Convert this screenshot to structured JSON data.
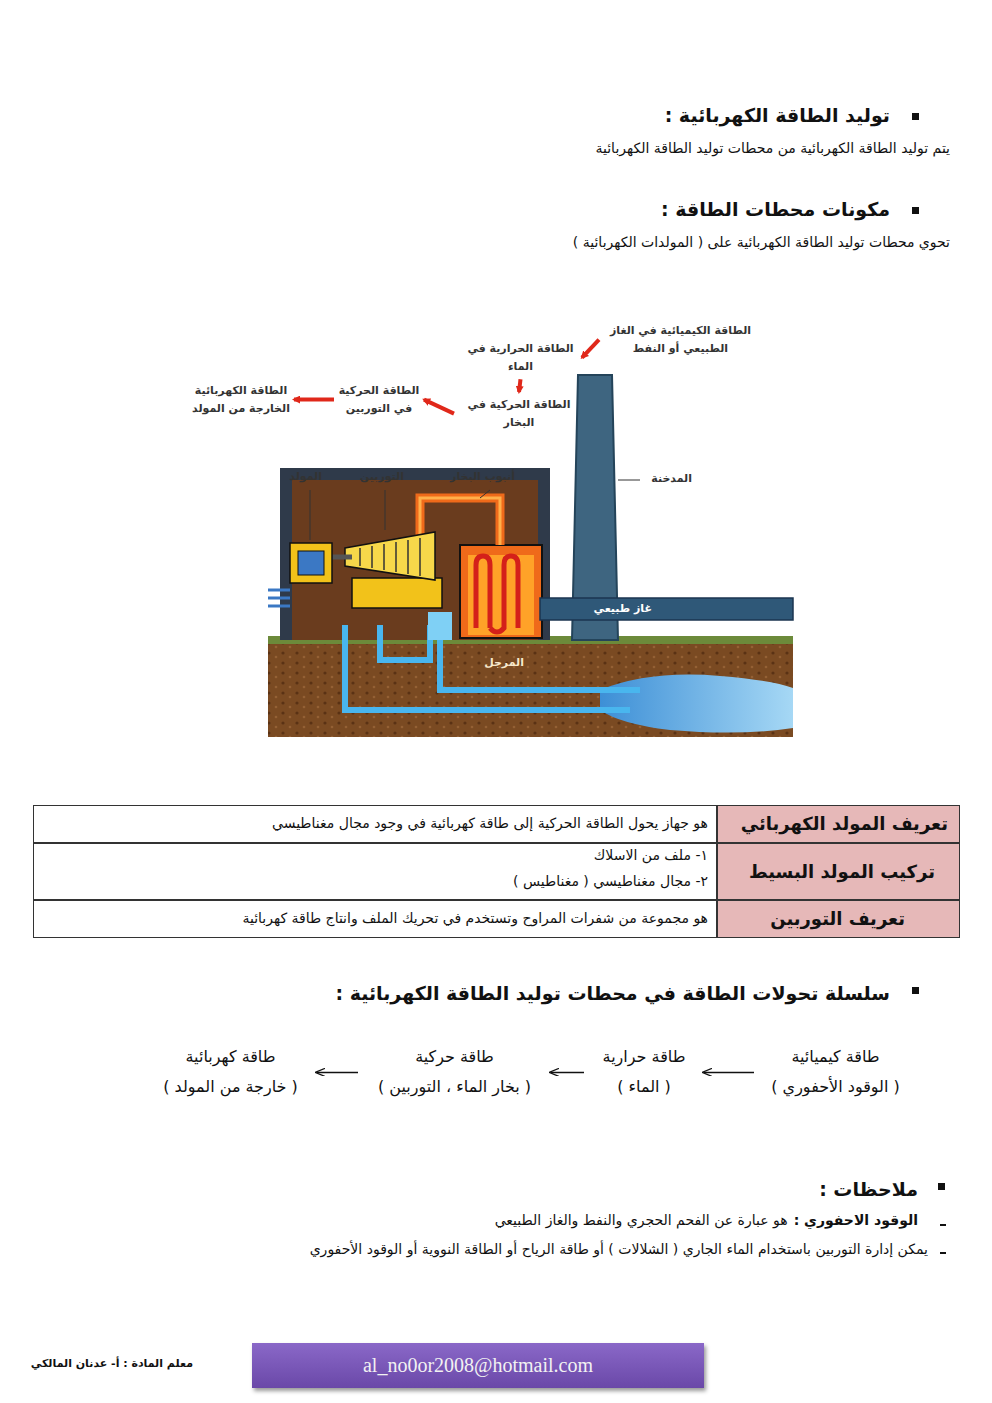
{
  "diagram": {
    "nodes": [
      {
        "text": [
          "الطاقة الكيميائية في الغاز الطبيعي أو النفط"
        ]
      },
      {
        "text": [
          "الطاقة الحرارية في الماء"
        ]
      },
      {
        "text": [
          "الطاقة الحركية في البخار"
        ]
      },
      {
        "text": [
          "الطاقة الحركية في التوربين"
        ]
      },
      {
        "text": [
          "الطاقة الكهربائية الخارجة من المولد"
        ]
      },
      {
        "text": [
          "طاقة كيميائية",
          "( الوقود الأحفوري )"
        ]
      },
      {
        "text": [
          "طاقة حرارية",
          "( الماء )"
        ]
      },
      {
        "text": [
          "طاقة حركية",
          "( بخار الماء ، التوربين )"
        ]
      },
      {
        "text": [
          "طاقة كهربائية",
          "( خارجة من المولد )"
        ]
      },
      {
        "text": [
          "al_no0or2008@hotmail.com"
        ]
      }
    ],
    "edges": [
      {
        "from": 0,
        "to": 1,
        "arrow": "to"
      },
      {
        "from": 1,
        "to": 2,
        "arrow": "to"
      },
      {
        "from": 2,
        "to": 3,
        "arrow": "to"
      },
      {
        "from": 3,
        "to": 4,
        "arrow": "to"
      },
      {
        "from": 5,
        "to": 6,
        "arrow": "to"
      },
      {
        "from": 6,
        "to": 7,
        "arrow": "to"
      },
      {
        "from": 7,
        "to": 8,
        "arrow": "to"
      }
    ],
    "labels": [
      "توليد الطاقة الكهربائية :",
      "يتم توليد الطاقة الكهربائية من محطات توليد الطاقة الكهربائية",
      "مكونات محطات الطاقة :",
      "تحوي محطات توليد الطاقة الكهربائية على ( المولدات الكهربائية )",
      "المولد",
      "التوربين",
      "أنبوب البخار",
      "المدخنة",
      "غاز طبيعي",
      "المرجل",
      "تعريف المولد الكهربائي",
      "هو جهاز يحول الطاقة الحركية إلى طاقة كهربائية في وجود مجال مغناطيسي",
      "تركيب المولد البسيط",
      "١- ملف من الاسلاك",
      "٢- مجال مغناطيسي ( مغناطيس )",
      "تعريف التوربين",
      "هو مجموعة من شفرات المراوح وتستخدم في تحريك الملف وانتاج طاقة كهربائية",
      "سلسلة تحولات الطاقة في محطات توليد الطاقة الكهربائية :",
      "ملاحظات :",
      "الوقود الاحفوري :",
      "هو عبارة عن الفحم الحجري والنفط والغاز الطبيعي",
      "يمكن إدارة التوربين باستخدام الماء الجاري ( الشلالات ) أو طاقة الرياح أو الطاقة النووية أو الوقود الأحفوري",
      "معلم المادة : أ- عدنان المالكي"
    ]
  }
}
